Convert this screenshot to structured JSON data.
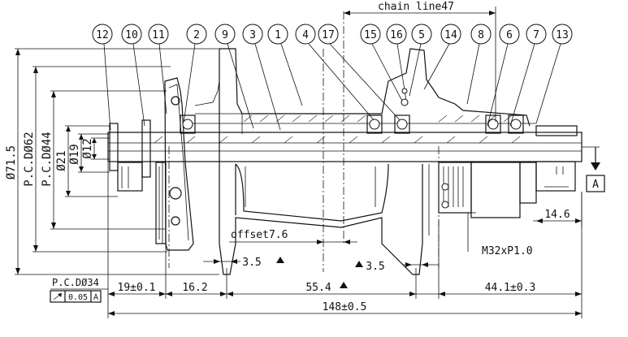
{
  "part_numbers": [
    "12",
    "10",
    "11",
    "2",
    "9",
    "3",
    "1",
    "4",
    "17",
    "15",
    "16",
    "5",
    "14",
    "8",
    "6",
    "7",
    "13"
  ],
  "dimensions": {
    "chain_line": "chain line47",
    "dia_outer": "Ø71.5",
    "pcd_62": "P.C.DØ62",
    "pcd_44": "P.C.DØ44",
    "dia_21": "Ø21",
    "dia_19": "Ø19",
    "dia_12": "Ø12",
    "offset": "offset7.6",
    "spoke_left": "3.5",
    "spoke_right": "3.5",
    "thread": "M32xP1.0",
    "right_spacer": "14.6",
    "dim_19": "19±0.1",
    "dim_16": "16.2",
    "dim_55": "55.4",
    "dim_44": "44.1±0.3",
    "dim_148": "148±0.5",
    "pcd_34": "P.C.DØ34",
    "runout_value": "0.05",
    "runout_datum": "A",
    "datum_label": "A"
  }
}
